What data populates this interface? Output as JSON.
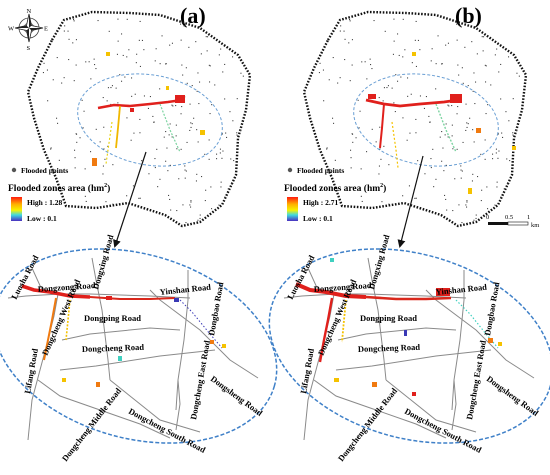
{
  "panels": [
    {
      "label": "(a)",
      "legend": {
        "points_label": "Flooded points",
        "title": "Flooded zones area (hm",
        "title_sup": "2",
        "title_end": ")",
        "high_label": "High : 1.28",
        "low_label": "Low : 0.1"
      }
    },
    {
      "label": "(b)",
      "legend": {
        "points_label": "Flooded points",
        "title": "Flooded zones area (hm",
        "title_sup": "2",
        "title_end": ")",
        "high_label": "High : 2.71",
        "low_label": "Low : 0.1"
      }
    }
  ],
  "compass": {
    "n": "N",
    "s": "S",
    "e": "E",
    "w": "W"
  },
  "scale_bar": {
    "ticks": [
      "0",
      "0.5",
      "1"
    ],
    "unit": "km"
  },
  "roads": [
    "Luosha Road",
    "Dongxing Road",
    "Dongzong Road",
    "Yinshan Road",
    "Dongbao Road",
    "Dongping Road",
    "Dongcheng West Road",
    "Dongcheng Road",
    "Lifang Road",
    "Dongcheng East Road",
    "Dongsheng Road",
    "Dongcheng Middle Road",
    "Dongcheng South Road"
  ],
  "colors": {
    "outline": "#111111",
    "zone_ellipse": "#6a9fd4",
    "road_line": "#8a8a8a",
    "flood_high": "#e0201c",
    "flood_mid": "#f5c200",
    "flood_low": "#3a39b5",
    "pointer": "#111111"
  }
}
